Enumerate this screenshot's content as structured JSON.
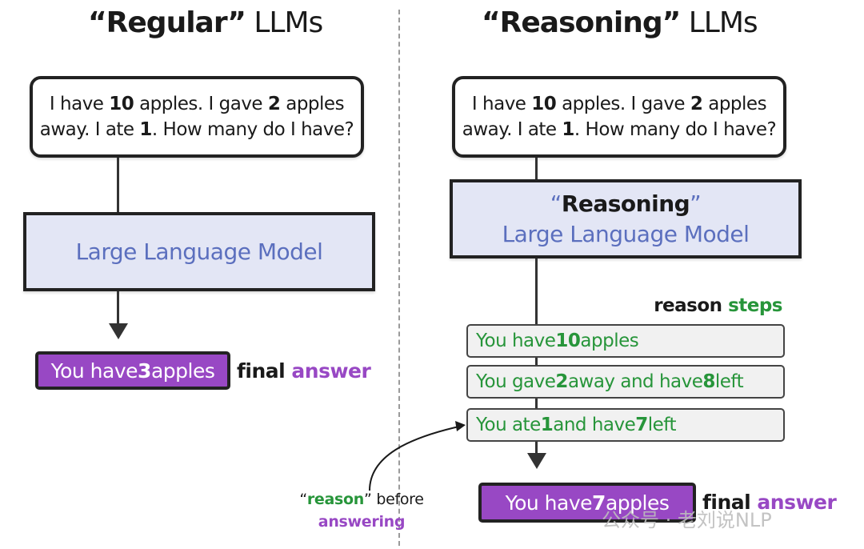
{
  "left": {
    "title_quoted": "“Regular”",
    "title_rest": " LLMs",
    "question": {
      "p1": "I have ",
      "n1": "10",
      "p2": " apples. I gave ",
      "n2": "2",
      "p3": " apples",
      "p4": "away. I ate ",
      "n3": "1",
      "p5": ". How many do I have?"
    },
    "model": "Large Language Model",
    "answer": {
      "pre": "You have ",
      "num": "3",
      "post": " apples"
    },
    "final_word1": "final",
    "final_word2": "answer"
  },
  "right": {
    "title_quoted": "“Reasoning”",
    "title_rest": " LLMs",
    "question": {
      "p1": "I have ",
      "n1": "10",
      "p2": " apples. I gave ",
      "n2": "2",
      "p3": " apples",
      "p4": "away. I ate ",
      "n3": "1",
      "p5": ". How many do I have?"
    },
    "model_open_quote": "“",
    "model_reasoning": "Reasoning",
    "model_close_quote": "”",
    "model": "Large Language Model",
    "steps_word1": "reason",
    "steps_word2": "steps",
    "steps": [
      {
        "pre": "You have ",
        "n1": "10",
        "mid": " apples",
        "n2": "",
        "post": ""
      },
      {
        "pre": "You gave ",
        "n1": "2",
        "mid": " away and have ",
        "n2": "8",
        "post": " left"
      },
      {
        "pre": "You ate ",
        "n1": "1",
        "mid": " and have ",
        "n2": "7",
        "post": " left"
      }
    ],
    "answer": {
      "pre": "You have ",
      "num": "7",
      "post": " apples"
    },
    "final_word1": "final",
    "final_word2": "answer",
    "annotation": {
      "open_quote": "“",
      "reason": "reason",
      "close_quote": "”",
      "before": " before",
      "answering": "answering"
    }
  },
  "watermark": "公众号 · 老刘说NLP",
  "colors": {
    "purple": "#9848c4",
    "green": "#27953a",
    "blue": "#5b6fbe",
    "llm_fill": "#e3e6f5"
  }
}
